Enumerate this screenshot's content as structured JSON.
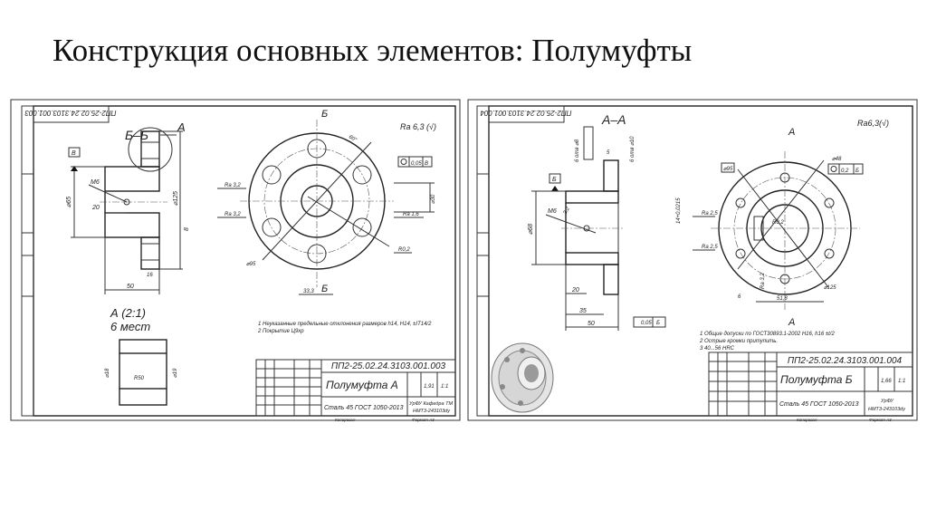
{
  "slide": {
    "title": "Конструкция основных элементов: Полумуфты"
  },
  "drawings": [
    {
      "code_rotated": "ПП2-25.02.24.3103.001.003",
      "section_label": "Б–Б",
      "detail_marker": "А",
      "datum": "В",
      "roughness_general": "Ra 6,3 (√)",
      "dims": {
        "thread": "M6",
        "d_hub": "⌀65",
        "len_20": "20",
        "d_outer": "⌀125",
        "len_50": "50",
        "len_16": "16",
        "key_8": "8",
        "angle": "60°",
        "bolt_circle": "⌀95",
        "key_depth": "33,3",
        "bore": "⌀30",
        "radius": "R0,2"
      },
      "roughness_marks": [
        "Ra 3,2",
        "Ra 3,2",
        "Ra 1,6"
      ],
      "tolerance": {
        "value": "0,05",
        "datum": "В"
      },
      "cut_marks": [
        "Б",
        "Б"
      ],
      "detail": {
        "label": "А (2:1)",
        "count": "6 мест",
        "dims": [
          "⌀18",
          "R50",
          "⌀19"
        ]
      },
      "notes": [
        "1 Неуказанные предельные отклонения размеров h14, H14, ±IT14/2",
        "2 Покрытие Ц9хр"
      ],
      "title_block": {
        "code": "ПП2-25.02.24.3103.001.003",
        "name": "Полумуфта А",
        "material": "Сталь 45 ГОСТ 1050-2013",
        "mass": "1,91",
        "scale": "1:1",
        "org": "УрФУ Кафедра ТМ",
        "group": "НМТ3-243103dу",
        "copied": "Копировал",
        "format": "Формат А3"
      }
    },
    {
      "code_rotated": "ПП2-25.02.24.3103.001.004",
      "section_label": "А–А",
      "datum": "Б",
      "roughness_general": "Ra6,3(√)",
      "dims": {
        "thread": "M6",
        "d_hub": "⌀68",
        "len_20": "20",
        "len_35": "35",
        "len_50": "50",
        "len_5": "5",
        "holes_a": "6 отв ⌀8",
        "holes_b": "6 отв ⌀10",
        "chamfer": "3,2",
        "keyway": "14+0,0215",
        "bolt_circle": "⌀95",
        "d_outer": "⌀125",
        "hub_bore": "⌀48",
        "radius": "R0,2",
        "key_depth": "51,8",
        "len_6": "6",
        "ra_key": "Ra 3,2"
      },
      "roughness_marks": [
        "Ra 2,5",
        "Ra 2,5"
      ],
      "tolerance": {
        "value": "0,2",
        "datum": "Б"
      },
      "runout": {
        "value": "0,05",
        "datum": "Б"
      },
      "cut_marks": [
        "А",
        "А"
      ],
      "notes": [
        "1 Общие допуски по ГОСТ30893.1-2002 H16, h16 ±t/2",
        "2 Острые кромки притупить.",
        "3 40...56 HRC"
      ],
      "title_block": {
        "code": "ПП2-25.02.24.3103.001.004",
        "name": "Полумуфта Б",
        "material": "Сталь 45 ГОСТ 1050-2013",
        "mass": "1,66",
        "scale": "1:1",
        "org": "УрФУ",
        "group": "НМТ3-243103dу",
        "copied": "Копировал",
        "format": "Формат А3"
      }
    }
  ]
}
